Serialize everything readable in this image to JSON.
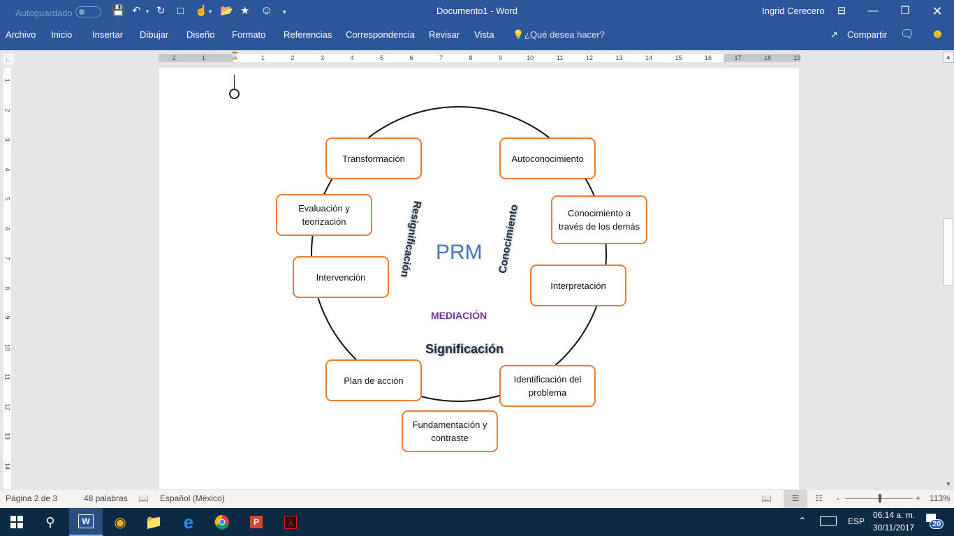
{
  "window": {
    "title": "Documento1  -  Word",
    "user": "Ingrid Cerecero",
    "autosave_label": "Autoguardado"
  },
  "quick_access": [
    "save-icon",
    "undo-icon",
    "redo-icon",
    "new-document-icon",
    "touch-mode-icon",
    "open-folder-icon",
    "favorites-icon",
    "smiley-icon",
    "customize-icon"
  ],
  "menu": {
    "items": [
      "Archivo",
      "Inicio",
      "Insertar",
      "Dibujar",
      "Diseño",
      "Formato",
      "Referencias",
      "Correspondencia",
      "Revisar",
      "Vista"
    ],
    "tell_me": "¿Qué desea hacer?",
    "share": "Compartir"
  },
  "ruler": {
    "left_ticks": [
      "2",
      "1"
    ],
    "right_ticks": [
      "1",
      "2",
      "3",
      "4",
      "5",
      "6",
      "7",
      "8",
      "9",
      "10",
      "11",
      "12",
      "13",
      "14",
      "15",
      "16",
      "17",
      "18",
      "19"
    ],
    "vertical_ticks": [
      "1",
      "2",
      "3",
      "4",
      "5",
      "6",
      "7",
      "8",
      "9",
      "10",
      "11",
      "12",
      "13",
      "14"
    ]
  },
  "diagram": {
    "center": "PRM",
    "mediation": "MEDIACIÓN",
    "arc_left": "Resignificación",
    "arc_right": "Conocimiento",
    "arc_bottom": "Significación",
    "boxes": {
      "transformacion": "Transformación",
      "autoconocimiento": "Autoconocimiento",
      "evaluacion": "Evaluación y teorización",
      "conocimiento_demas": "Conocimiento a través de los demás",
      "intervencion": "Intervención",
      "interpretacion": "Interpretación",
      "plan": "Plan de acción",
      "identificacion": "Identificación del problema",
      "fundamentacion": "Fundamentación y contraste"
    },
    "colors": {
      "box_border": "#ed7d31",
      "prm": "#4472c4",
      "mediation": "#7030a0"
    }
  },
  "status": {
    "page": "Página 2 de 3",
    "words": "48 palabras",
    "language": "Español (México)",
    "zoom": "113%",
    "zoom_minus": "-",
    "zoom_plus": "+"
  },
  "taskbar": {
    "lang": "ESP",
    "time": "06:14 a. m.",
    "date": "30/11/2017",
    "notifications": "20"
  }
}
